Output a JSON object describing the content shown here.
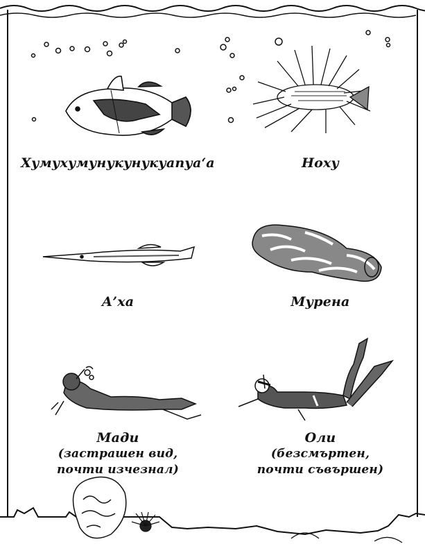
{
  "creatures": [
    {
      "label": "Хумухумунукунукуапуа‘а",
      "icon": "triggerfish-illustration"
    },
    {
      "label": "Ноху",
      "icon": "lionfish-illustration"
    },
    {
      "label": "А’ха",
      "icon": "needlefish-illustration"
    },
    {
      "label": "Мурена",
      "icon": "moray-eel-illustration"
    }
  ],
  "divers": [
    {
      "lines": [
        "Мади",
        "(застрашен вид,",
        "почти изчезнал)"
      ],
      "icon": "diver-madi-illustration"
    },
    {
      "lines": [
        "Оли",
        "(безсмъртен,",
        "почти съвършен)"
      ],
      "icon": "diver-oli-illustration"
    }
  ],
  "colors": {
    "ink": "#111111",
    "fill_dark": "#555555",
    "fill_mid": "#8a8a8a",
    "paper": "#ffffff"
  }
}
